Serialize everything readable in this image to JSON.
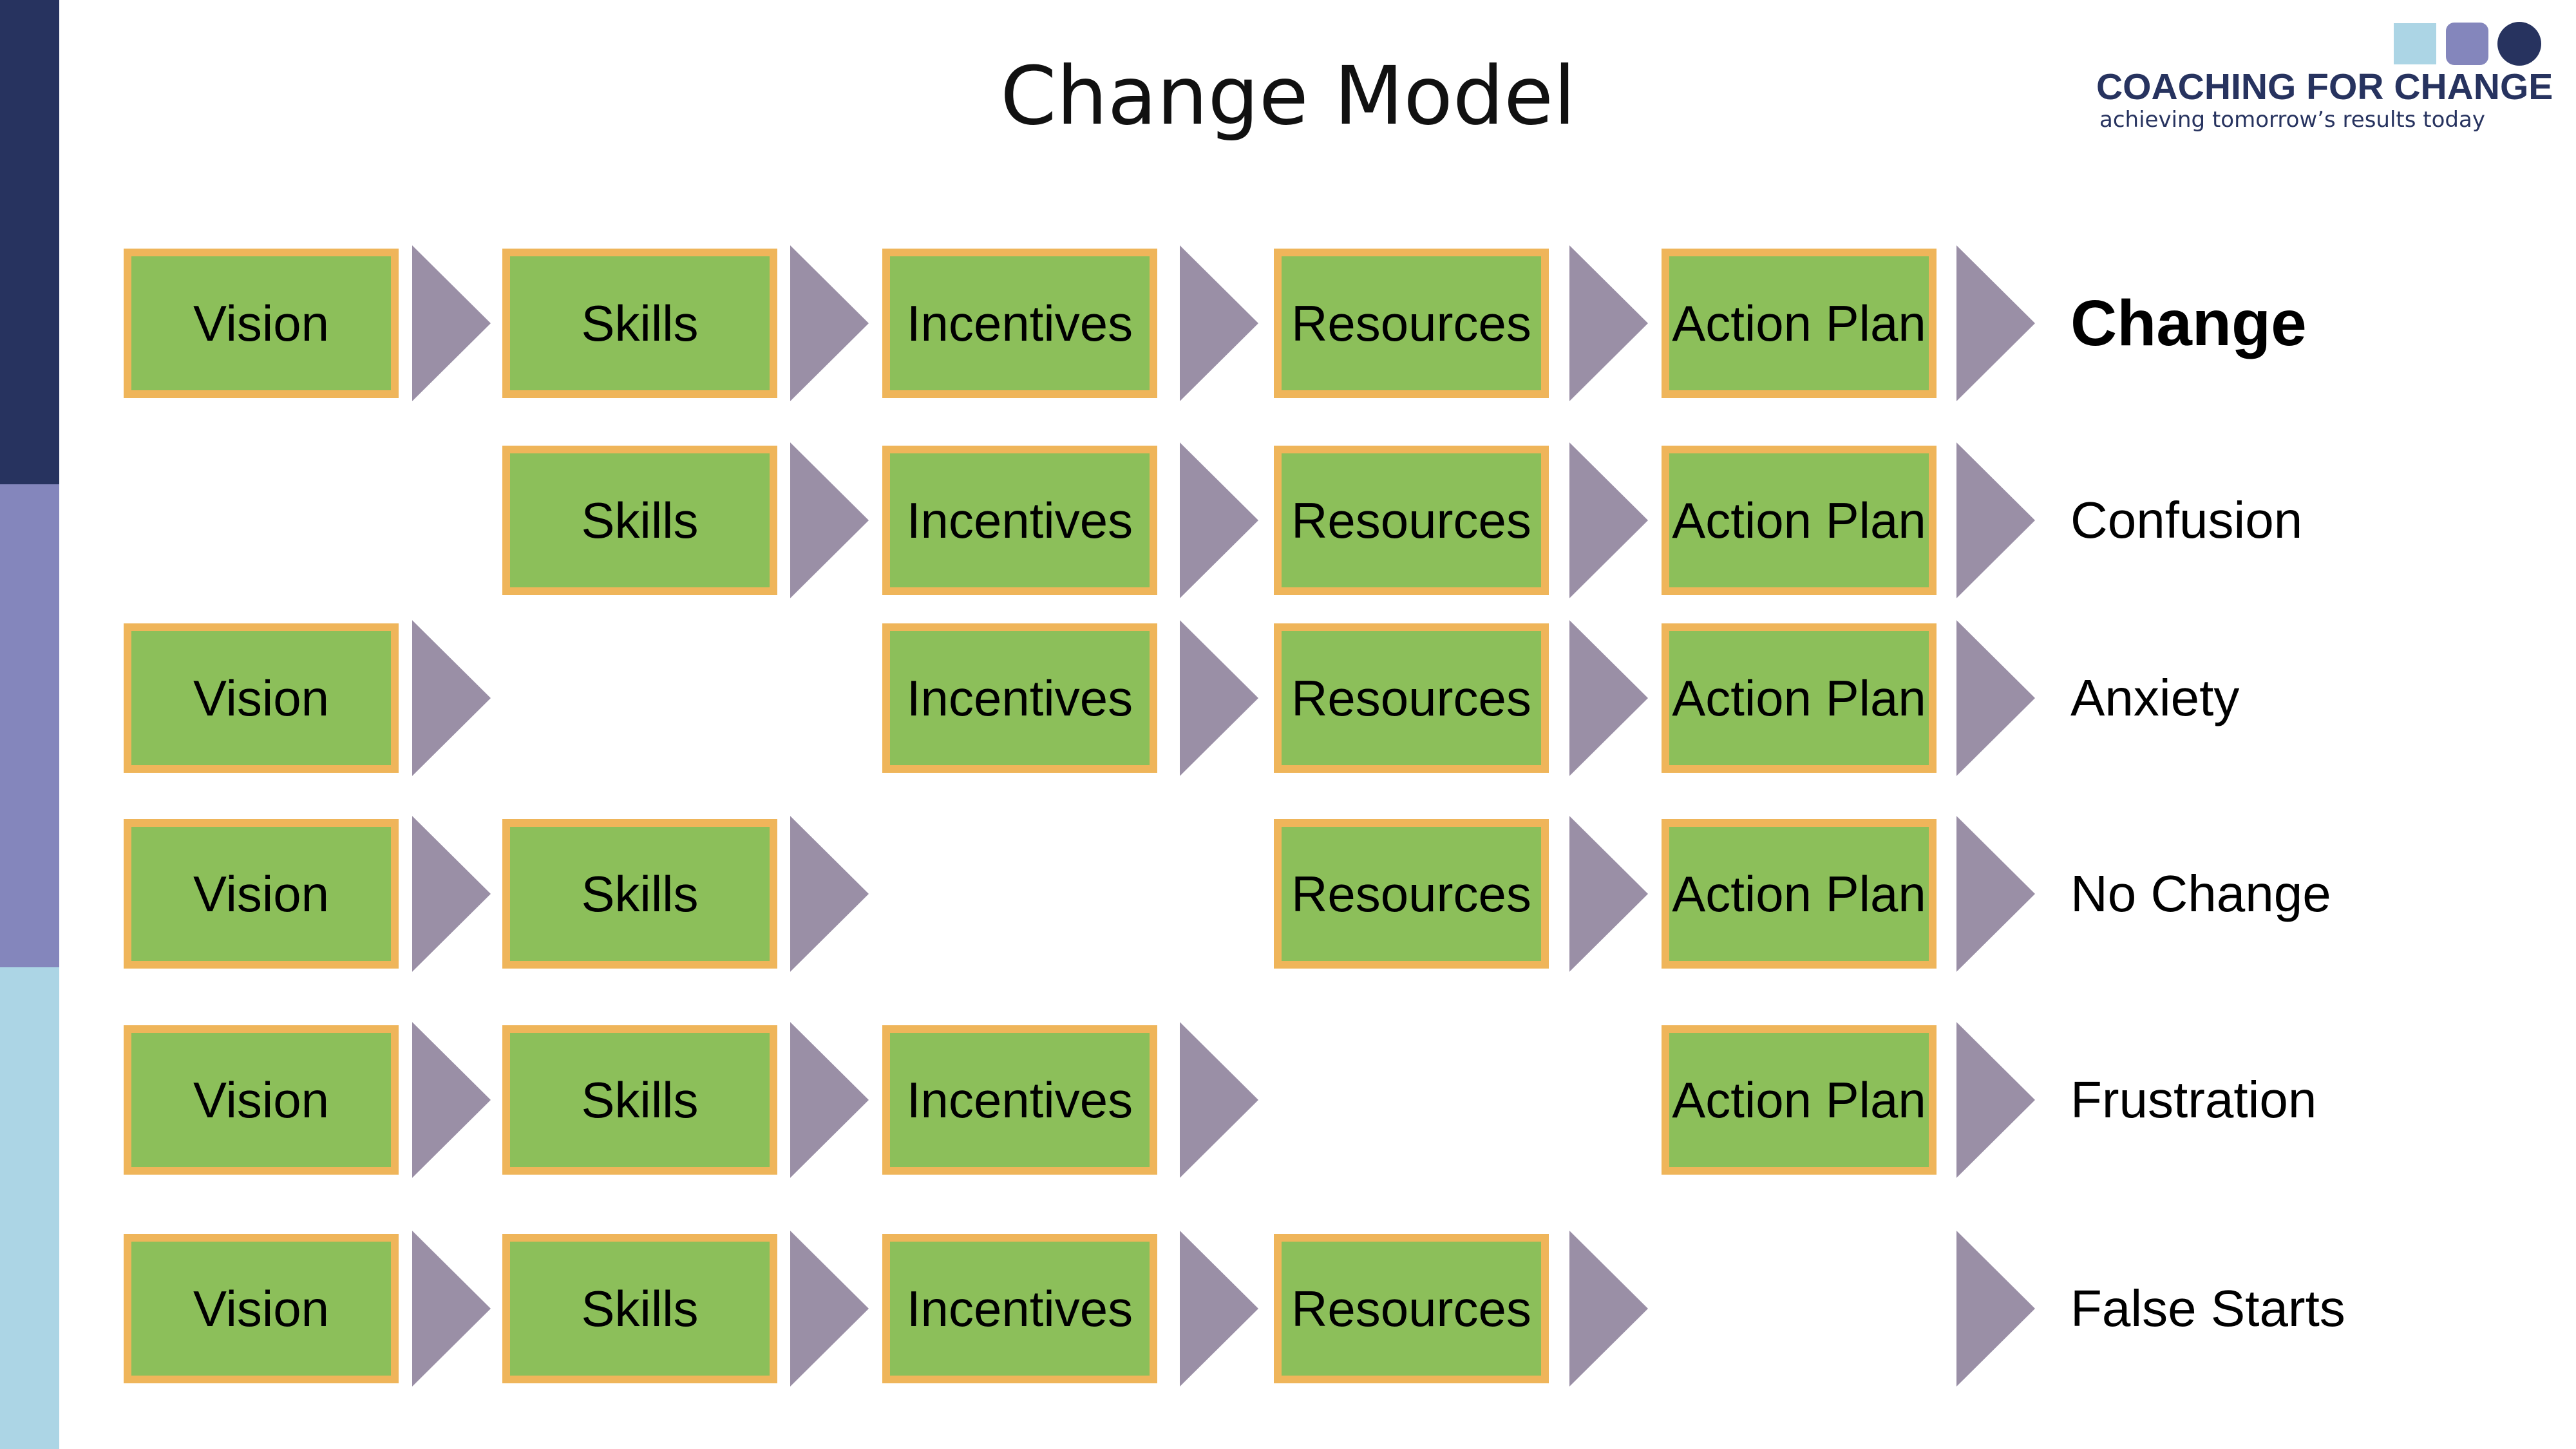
{
  "title": "Change Model",
  "logo": {
    "name": "COACHING FOR CHANGE",
    "tagline": "achieving tomorrow’s results today"
  },
  "colors": {
    "box_fill": "#8cbf5a",
    "box_border": "#efb55a",
    "arrow": "#9a8fa6",
    "bar_dark": "#27335f",
    "bar_mid": "#8486bc",
    "bar_light": "#acd5e5"
  },
  "rows": [
    {
      "boxes": [
        "Vision",
        "Skills",
        "Incentives",
        "Resources",
        "Action Plan"
      ],
      "outcome": "Change"
    },
    {
      "boxes": [
        "",
        "Skills",
        "Incentives",
        "Resources",
        "Action Plan"
      ],
      "outcome": "Confusion"
    },
    {
      "boxes": [
        "Vision",
        "",
        "Incentives",
        "Resources",
        "Action Plan"
      ],
      "outcome": "Anxiety"
    },
    {
      "boxes": [
        "Vision",
        "Skills",
        "",
        "Resources",
        "Action Plan"
      ],
      "outcome": "No Change"
    },
    {
      "boxes": [
        "Vision",
        "Skills",
        "Incentives",
        "",
        "Action Plan"
      ],
      "outcome": "Frustration"
    },
    {
      "boxes": [
        "Vision",
        "Skills",
        "Incentives",
        "Resources",
        ""
      ],
      "outcome": "False Starts"
    }
  ]
}
